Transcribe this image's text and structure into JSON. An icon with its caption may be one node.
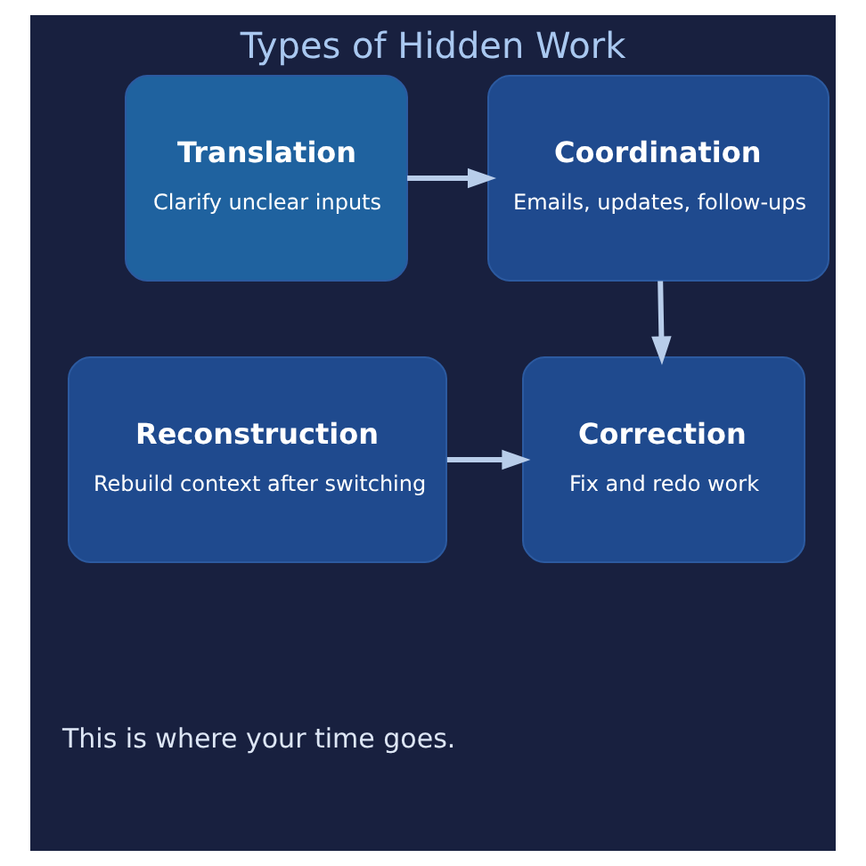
{
  "diagram": {
    "title": "Types of Hidden Work",
    "nodes": [
      {
        "text": [
          "Translation",
          "Clarify unclear inputs"
        ]
      },
      {
        "text": [
          "Coordination",
          "Emails, updates, follow-ups"
        ]
      },
      {
        "text": [
          "Reconstruction",
          "Rebuild context after switching"
        ]
      },
      {
        "text": [
          "Correction",
          "Fix and redo work"
        ]
      }
    ],
    "edges": [
      {
        "from": 0,
        "to": 1,
        "arrow": "to"
      },
      {
        "from": 1,
        "to": 3,
        "arrow": "to"
      },
      {
        "from": 2,
        "to": 3,
        "arrow": "to"
      }
    ],
    "labels": [
      "This is where your time goes."
    ]
  }
}
